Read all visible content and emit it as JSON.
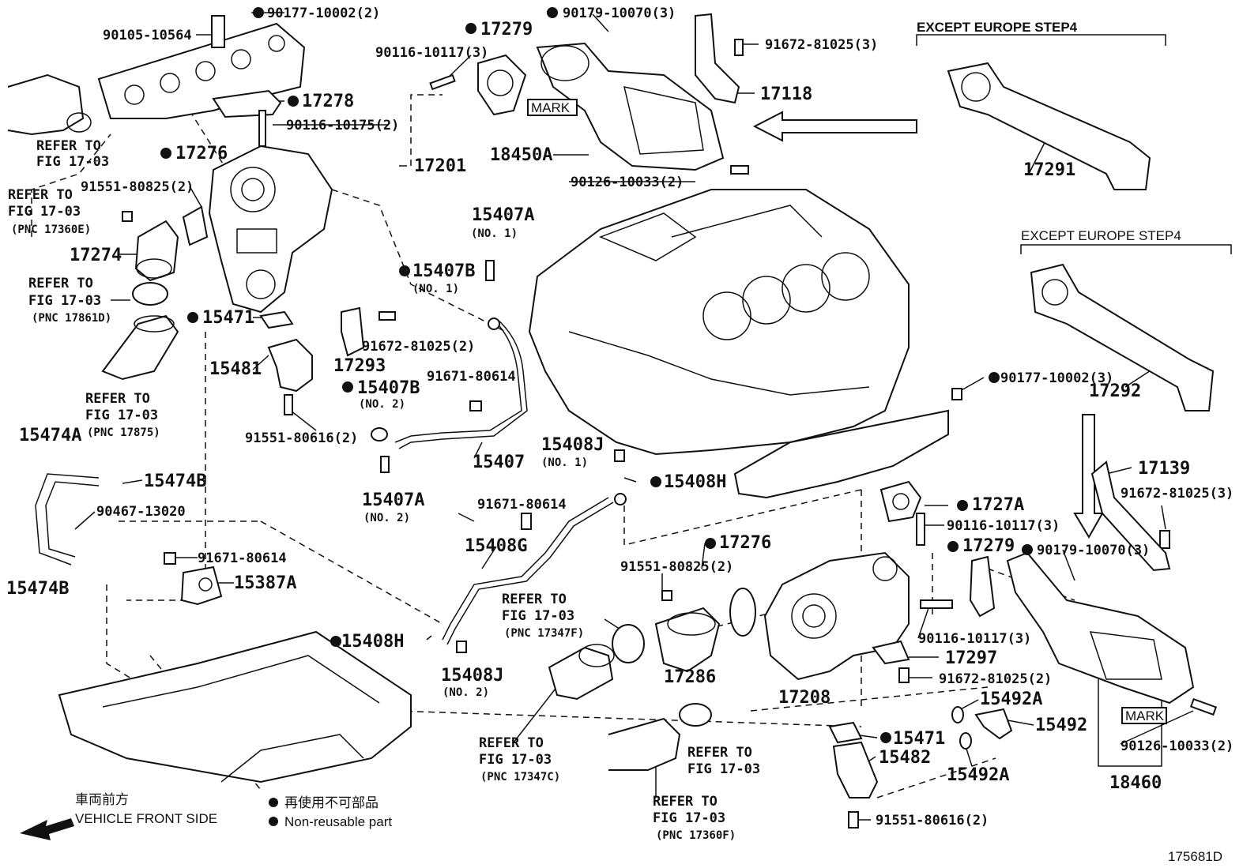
{
  "diagram_id": "175681D",
  "headers": {
    "except_europe_1": "EXCEPT EUROPE STEP4",
    "except_europe_2": "EXCEPT EUROPE STEP4"
  },
  "legend": {
    "direction_jp": "車両前方",
    "direction_en": "VEHICLE FRONT SIDE",
    "nonreusable_jp": "再使用不可部品",
    "nonreusable_en": "Non-reusable part"
  },
  "refer": {
    "r1_a": "REFER TO",
    "r1_b": "FIG 17-03",
    "r2_a": "REFER TO",
    "r2_b": "FIG 17-03",
    "r2_c": "(PNC 17360E)",
    "r3_a": "REFER TO",
    "r3_b": "FIG 17-03",
    "r3_c": "(PNC 17861D)",
    "r4_a": "REFER TO",
    "r4_b": "FIG 17-03",
    "r4_c": "(PNC 17875)",
    "r5_a": "REFER TO",
    "r5_b": "FIG 17-03",
    "r5_c": "(PNC 17347F)",
    "r6_a": "REFER TO",
    "r6_b": "FIG 17-03",
    "r6_c": "(PNC 17347C)",
    "r7_a": "REFER TO",
    "r7_b": "FIG 17-03",
    "r8_a": "REFER TO",
    "r8_b": "FIG 17-03",
    "r8_c": "(PNC 17360F)"
  },
  "mark": {
    "m1": "MARK",
    "m2": "MARK"
  },
  "parts": {
    "p01": "90177-10002(2)",
    "p02": "90105-10564",
    "p03": "17279",
    "p04": "90179-10070(3)",
    "p05": "90116-10117(3)",
    "p06": "91672-81025(3)",
    "p07": "17278",
    "p08": "17118",
    "p09": "90116-10175(2)",
    "p10": "18450A",
    "p11": "17276",
    "p12": "17201",
    "p13": "90126-10033(2)",
    "p14": "17291",
    "p15": "91551-80825(2)",
    "p16": "15407A",
    "p16n": "(NO. 1)",
    "p17": "17274",
    "p18": "15407B",
    "p18n": "(NO. 1)",
    "p19": "15471",
    "p20": "17293",
    "p21": "91672-81025(2)",
    "p22": "17292",
    "p23": "15481",
    "p24": "15407B",
    "p24n": "(NO. 2)",
    "p25": "91671-80614",
    "p26": "90177-10002(3)",
    "p27": "91551-80616(2)",
    "p28": "15407",
    "p29": "15408J",
    "p29n": "(NO. 1)",
    "p30": "15474A",
    "p31": "15474B",
    "p32": "15408H",
    "p33": "17139",
    "p34": "15407A",
    "p34n": "(NO. 2)",
    "p35": "91672-81025(3)",
    "p36": "90467-13020",
    "p37": "91671-80614",
    "p38": "1727A",
    "p39": "90116-10117(3)",
    "p40": "15408G",
    "p41": "17276",
    "p42": "17279",
    "p43": "90179-10070(3)",
    "p44": "91671-80614",
    "p45": "15387A",
    "p46": "15474B",
    "p47": "91551-80825(2)",
    "p48": "15408H",
    "p49": "17286",
    "p50": "15408J",
    "p50n": "(NO. 2)",
    "p51": "90116-10117(3)",
    "p52": "17297",
    "p53": "17208",
    "p54": "91672-81025(2)",
    "p55": "15492A",
    "p56": "15492",
    "p57": "15471",
    "p58": "90126-10033(2)",
    "p59": "15482",
    "p60": "15492A",
    "p61": "18460",
    "p62": "91551-80616(2)"
  }
}
